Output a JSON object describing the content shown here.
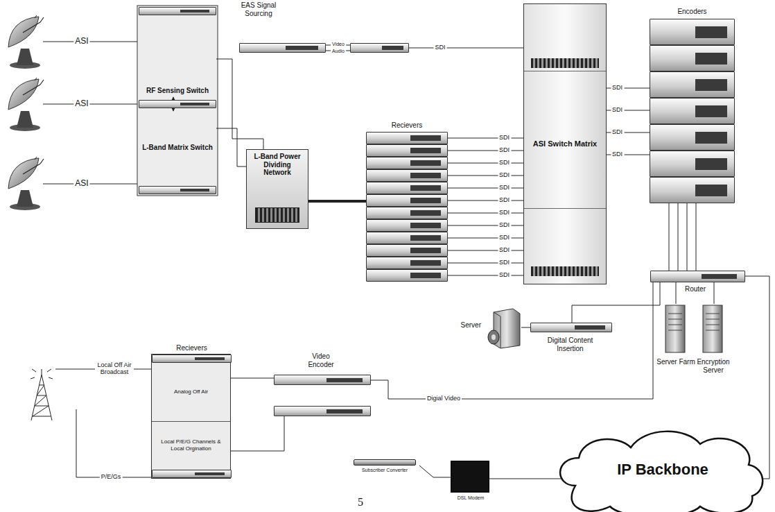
{
  "diagram": {
    "nodes": [
      {
        "text": [
          "RF Sensing Switch"
        ]
      },
      {
        "text": [
          "L-Band Matrix Switch"
        ]
      },
      {
        "text": [
          "EAS Signal Sourcing"
        ]
      },
      {
        "text": [
          "L-Band Power Dividing Network"
        ]
      },
      {
        "text": [
          "Recievers"
        ]
      },
      {
        "text": [
          "ASI Switch Matrix"
        ]
      },
      {
        "text": [
          "Encoders"
        ]
      },
      {
        "text": [
          "Router"
        ]
      },
      {
        "text": [
          "Server"
        ]
      },
      {
        "text": [
          "Digital Content Insertion"
        ]
      },
      {
        "text": [
          "Server Farm"
        ]
      },
      {
        "text": [
          "Encryption Server"
        ]
      },
      {
        "text": [
          "Recievers"
        ]
      },
      {
        "text": [
          "Analog Off Air"
        ],
        "in": 12
      },
      {
        "text": [
          "Local P/E/G Channels & Local Orgination"
        ],
        "in": 12
      },
      {
        "text": [
          "Video Encoder"
        ]
      },
      {
        "text": [
          "IP Backbone"
        ]
      },
      {
        "text": [
          "Subscriber Converter"
        ]
      },
      {
        "text": [
          "DSL Modem"
        ]
      }
    ],
    "edges": [
      {
        "from": 0,
        "to": 1,
        "arrow": "both"
      },
      {
        "from": 0,
        "to": 3,
        "arrow": "none"
      },
      {
        "from": 1,
        "to": 3,
        "arrow": "none"
      },
      {
        "from": 3,
        "to": 4,
        "arrow": "none"
      },
      {
        "from": 2,
        "to": 5,
        "label": "SDI",
        "arrow": "none"
      },
      {
        "from": 4,
        "to": 5,
        "label": "SDI",
        "arrow": "none"
      },
      {
        "from": 4,
        "to": 5,
        "label": "SDI",
        "arrow": "none"
      },
      {
        "from": 4,
        "to": 5,
        "label": "SDI",
        "arrow": "none"
      },
      {
        "from": 4,
        "to": 5,
        "label": "SDI",
        "arrow": "none"
      },
      {
        "from": 4,
        "to": 5,
        "label": "SDI",
        "arrow": "none"
      },
      {
        "from": 4,
        "to": 5,
        "label": "SDI",
        "arrow": "none"
      },
      {
        "from": 4,
        "to": 5,
        "label": "SDI",
        "arrow": "none"
      },
      {
        "from": 4,
        "to": 5,
        "label": "SDI",
        "arrow": "none"
      },
      {
        "from": 4,
        "to": 5,
        "label": "SDI",
        "arrow": "none"
      },
      {
        "from": 4,
        "to": 5,
        "label": "SDI",
        "arrow": "none"
      },
      {
        "from": 4,
        "to": 5,
        "label": "SDI",
        "arrow": "none"
      },
      {
        "from": 4,
        "to": 5,
        "label": "SDI",
        "arrow": "none"
      },
      {
        "from": 5,
        "to": 6,
        "label": "SDI",
        "arrow": "none"
      },
      {
        "from": 5,
        "to": 6,
        "label": "SDI",
        "arrow": "none"
      },
      {
        "from": 5,
        "to": 6,
        "label": "SDI",
        "arrow": "none"
      },
      {
        "from": 5,
        "to": 6,
        "label": "SDI",
        "arrow": "none"
      },
      {
        "from": 6,
        "to": 7,
        "arrow": "none"
      },
      {
        "from": 6,
        "to": 7,
        "arrow": "none"
      },
      {
        "from": 6,
        "to": 7,
        "arrow": "none"
      },
      {
        "from": 6,
        "to": 7,
        "arrow": "none"
      },
      {
        "from": 8,
        "to": 9,
        "arrow": "none"
      },
      {
        "from": 9,
        "to": 7,
        "arrow": "none"
      },
      {
        "from": 7,
        "to": 10,
        "arrow": "none"
      },
      {
        "from": 7,
        "to": 11,
        "arrow": "none"
      },
      {
        "from": 7,
        "to": 16,
        "arrow": "none"
      },
      {
        "from": 13,
        "to": 15,
        "arrow": "none"
      },
      {
        "from": 14,
        "to": 15,
        "arrow": "none"
      },
      {
        "from": 15,
        "to": 7,
        "label": "Digial Video",
        "arrow": "none"
      },
      {
        "from": 16,
        "to": 18,
        "arrow": "none"
      },
      {
        "from": 18,
        "to": 17,
        "arrow": "none"
      }
    ],
    "labels": [
      "ASI",
      "ASI",
      "ASI",
      "Video",
      "Audio",
      "Local Off Air Broadcast",
      "P/E/Gs",
      "5"
    ]
  }
}
